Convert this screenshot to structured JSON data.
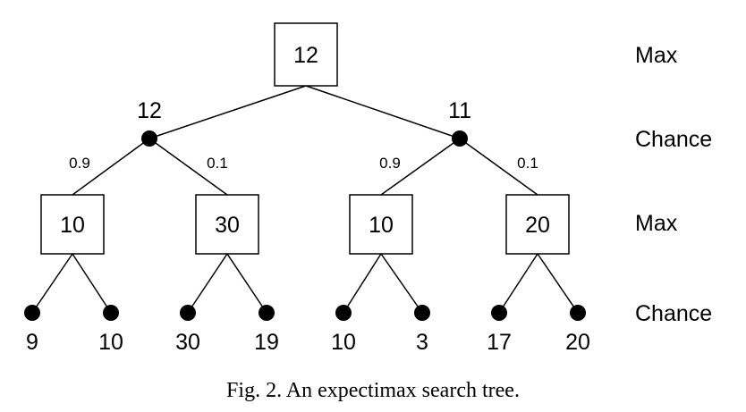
{
  "tree": {
    "root": {
      "label": "12"
    },
    "chance_values": [
      {
        "label": "12"
      },
      {
        "label": "11"
      }
    ],
    "probabilities": [
      "0.9",
      "0.1",
      "0.9",
      "0.1"
    ],
    "max_nodes": [
      "10",
      "30",
      "10",
      "20"
    ],
    "leaves": [
      "9",
      "10",
      "30",
      "19",
      "10",
      "3",
      "17",
      "20"
    ]
  },
  "levels": [
    "Max",
    "Chance",
    "Max",
    "Chance"
  ],
  "caption": "Fig. 2. An expectimax search tree."
}
